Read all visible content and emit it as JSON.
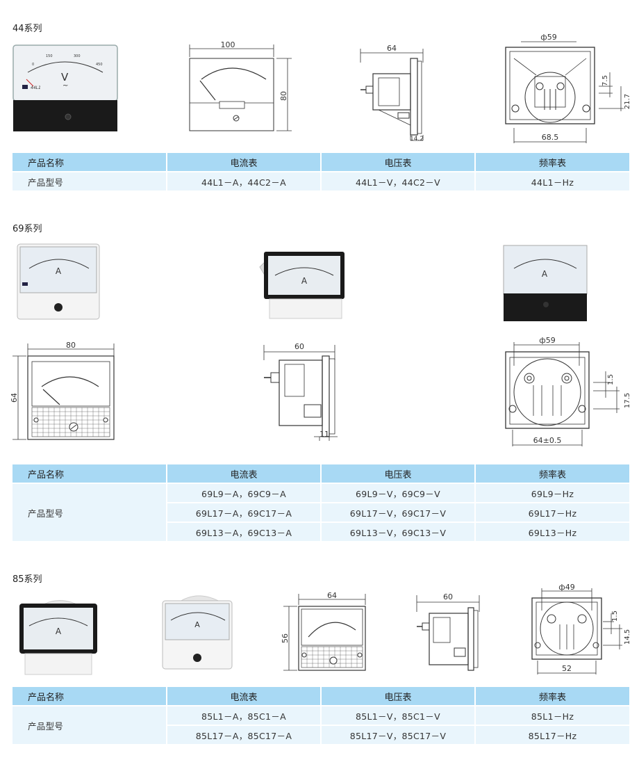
{
  "series": [
    {
      "title": "44系列",
      "header": [
        "产品名称",
        "电流表",
        "电压表",
        "频率表"
      ],
      "row_label": "产品型号",
      "rows": [
        [
          "44L1－A，44C2－A",
          "44L1－V，44C2－V",
          "44L1－Hz"
        ]
      ],
      "dims": {
        "width": "100",
        "height": "80",
        "depth": "64",
        "depth_small": "14.2",
        "hole": "ф59",
        "pitch_small": "7.5",
        "pitch_large": "21.7",
        "bottom": "68.5"
      },
      "meter": {
        "scale": [
          "0",
          "150",
          "300",
          "450"
        ],
        "unit": "V",
        "symbol": "~",
        "model": "44L1"
      }
    },
    {
      "title": "69系列",
      "header": [
        "产品名称",
        "电流表",
        "电压表",
        "频率表"
      ],
      "row_label": "产品型号",
      "rows": [
        [
          "69L9－A，69C9－A",
          "69L9－V，69C9－V",
          "69L9－Hz"
        ],
        [
          "69L17－A，69C17－A",
          "69L17－V，69C17－V",
          "69L17－Hz"
        ],
        [
          "69L13－A，69C13－A",
          "69L13－V，69C13－V",
          "69L13－Hz"
        ]
      ],
      "dims": {
        "width": "80",
        "height": "64",
        "depth": "60",
        "depth_small": "11",
        "hole": "ф59",
        "pitch_small": "1.5",
        "pitch_large": "17.5",
        "bottom": "64±0.5"
      },
      "meter": {
        "unit": "A"
      }
    },
    {
      "title": "85系列",
      "header": [
        "产品名称",
        "电流表",
        "电压表",
        "频率表"
      ],
      "row_label": "产品型号",
      "rows": [
        [
          "85L1－A，85C1－A",
          "85L1－V，85C1－V",
          "85L1－Hz"
        ],
        [
          "85L17－A，85C17－A",
          "85L17－V，85C17－V",
          "85L17－Hz"
        ]
      ],
      "dims": {
        "width": "64",
        "height": "56",
        "depth": "60",
        "hole": "ф49",
        "pitch_small": "1.5",
        "pitch_large": "14.5",
        "bottom": "52"
      },
      "meter": {
        "unit": "A"
      }
    }
  ]
}
